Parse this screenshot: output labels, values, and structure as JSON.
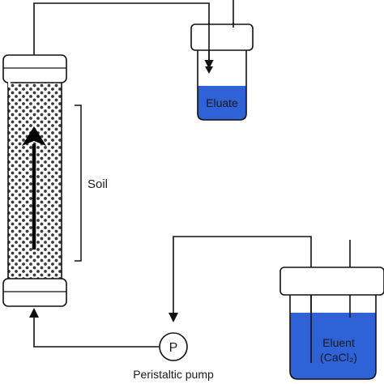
{
  "labels": {
    "soil": "Soil",
    "eluate": "Eluate",
    "eluent_line1": "Eluent",
    "eluent_line2": "(CaCl₂)",
    "pump_symbol": "P",
    "pump_name": "Peristaltic pump"
  },
  "colors": {
    "liquid": "#2f62d6",
    "stroke": "#111111",
    "soil_dot": "#3a3a3a"
  }
}
